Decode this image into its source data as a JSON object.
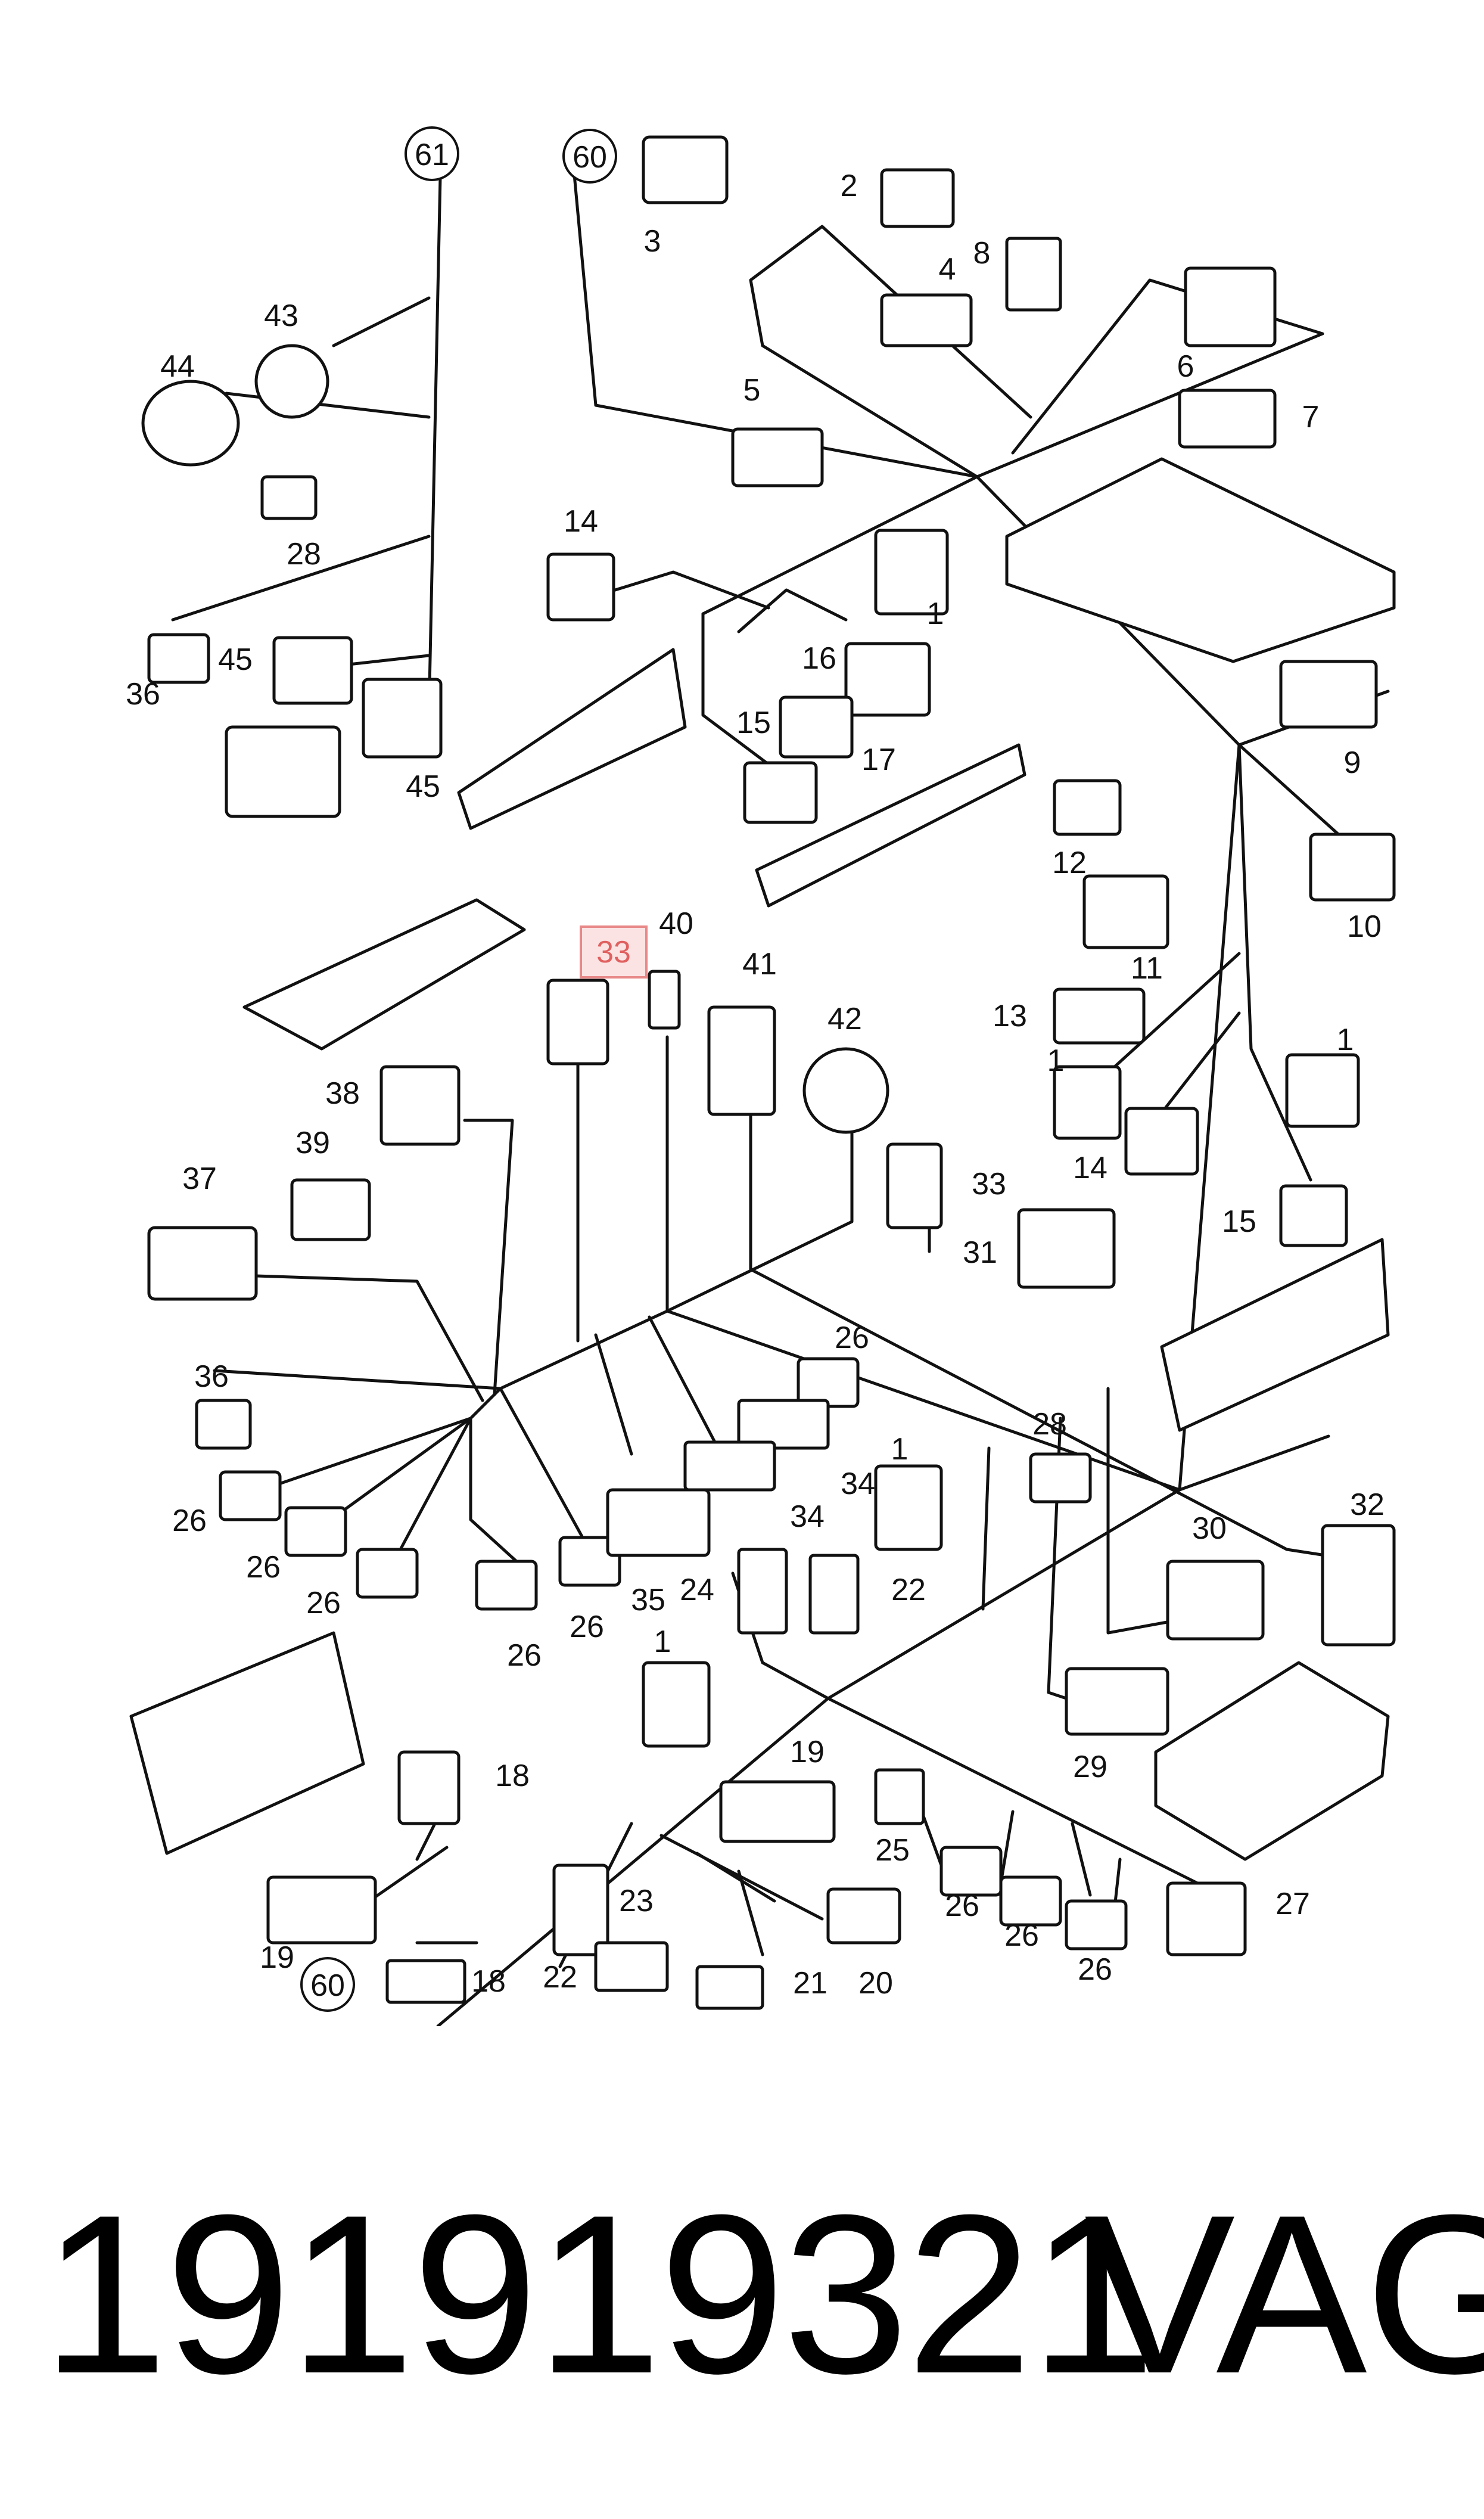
{
  "footer": {
    "part_number": "191919321",
    "brand": "VAG"
  },
  "highlight": {
    "callout": "33",
    "border_color": "#e88888",
    "fill_color": "#fbe3e3"
  },
  "ref_circles": [
    "61",
    "60",
    "60"
  ],
  "callouts": [
    "3",
    "2",
    "4",
    "8",
    "6",
    "7",
    "5",
    "1",
    "14",
    "43",
    "44",
    "28",
    "36",
    "45",
    "45",
    "16",
    "15",
    "17",
    "9",
    "12",
    "10",
    "11",
    "13",
    "1",
    "1",
    "14",
    "15",
    "40",
    "41",
    "42",
    "38",
    "39",
    "37",
    "33",
    "31",
    "36",
    "26",
    "26",
    "26",
    "26",
    "34",
    "34",
    "35",
    "26",
    "26",
    "1",
    "28",
    "24",
    "22",
    "30",
    "32",
    "18",
    "19",
    "19",
    "23",
    "22",
    "21",
    "20",
    "25",
    "26",
    "26",
    "26",
    "27",
    "29",
    "1",
    "18"
  ]
}
